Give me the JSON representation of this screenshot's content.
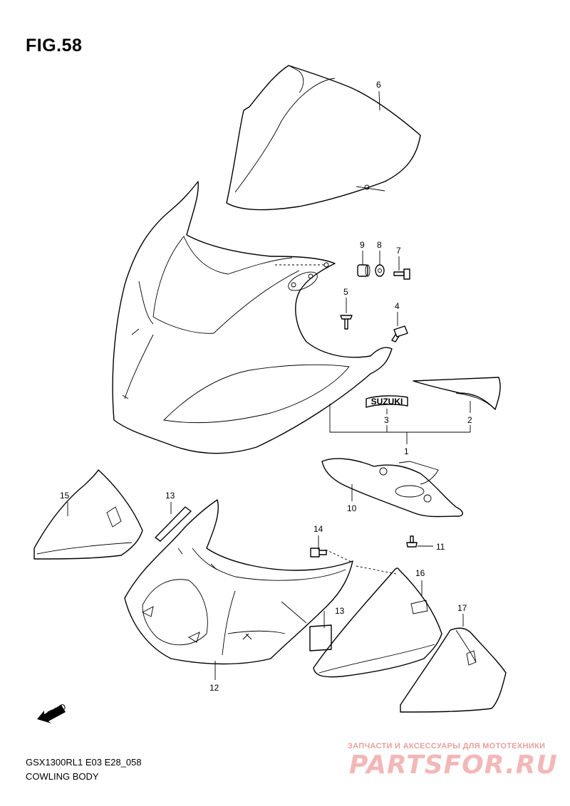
{
  "figure": {
    "title": "FIG.58"
  },
  "footer": {
    "model_code": "GSX1300RL1 E03 E28_058",
    "section_name": "COWLING BODY"
  },
  "watermark": {
    "tagline": "ЗАПЧАСТИ И АКСЕССУАРЫ ДЛЯ МОТОТЕХНИКИ",
    "logo_text": "PARTSFOR.RU",
    "color": "#f2b8b8"
  },
  "badge": {
    "text": "SUZUKI"
  },
  "fwd_icon": {
    "label": "FWD"
  },
  "callouts": {
    "c1": "1",
    "c2": "2",
    "c3": "3",
    "c4": "4",
    "c5": "5",
    "c6": "6",
    "c7": "7",
    "c8": "8",
    "c9": "9",
    "c10": "10",
    "c11": "11",
    "c12": "12",
    "c13a": "13",
    "c13b": "13",
    "c14": "14",
    "c15": "15",
    "c16": "16",
    "c17": "17"
  }
}
